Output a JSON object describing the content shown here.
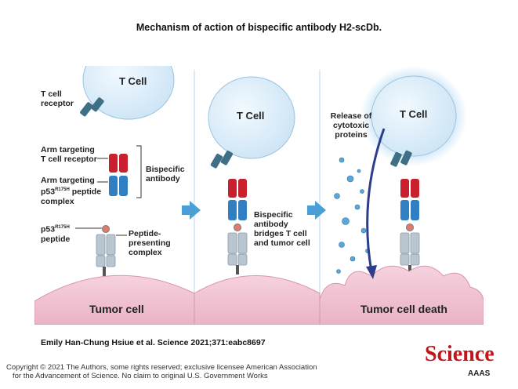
{
  "title": "Mechanism of action of bispecific antibody H2-scDb.",
  "labels": {
    "t_cell": "T Cell",
    "t_cell_receptor": "T cell receptor",
    "arm_tcr": "Arm targeting T cell receptor",
    "bispecific_antibody": "Bispecific antibody",
    "arm_p53_prefix": "Arm targeting p53",
    "arm_p53_sup": "R175H",
    "arm_p53_suffix": " peptide complex",
    "p53_peptide_prefix": "p53",
    "p53_peptide_sup": "R175H",
    "p53_peptide_suffix": " peptide",
    "peptide_presenting_complex": "Peptide-presenting complex",
    "tumor_cell": "Tumor cell",
    "bridges": "Bispecific antibody bridges T cell and tumor cell",
    "release": "Release of cytotoxic proteins",
    "tumor_cell_death": "Tumor cell death"
  },
  "citation": "Emily Han-Chung Hsiue et al. Science 2021;371:eabc8697",
  "copyright_line1": "Copyright © 2021 The Authors, some rights reserved; exclusive licensee American Association",
  "copyright_line2": "for the Advancement of Science. No claim to original U.S. Government Works",
  "logo": "Science",
  "logo_sub": "AAAS",
  "colors": {
    "t_cell_fill": "#d8ecf9",
    "tumor_fill": "#f4c9d6",
    "receptor": "#3e6f86",
    "arm_red": "#c8202c",
    "arm_blue": "#2f7fc2",
    "mhc": "#b9c6d1",
    "arrow": "#4a9fd6",
    "curve_arrow": "#2e3c8c"
  }
}
